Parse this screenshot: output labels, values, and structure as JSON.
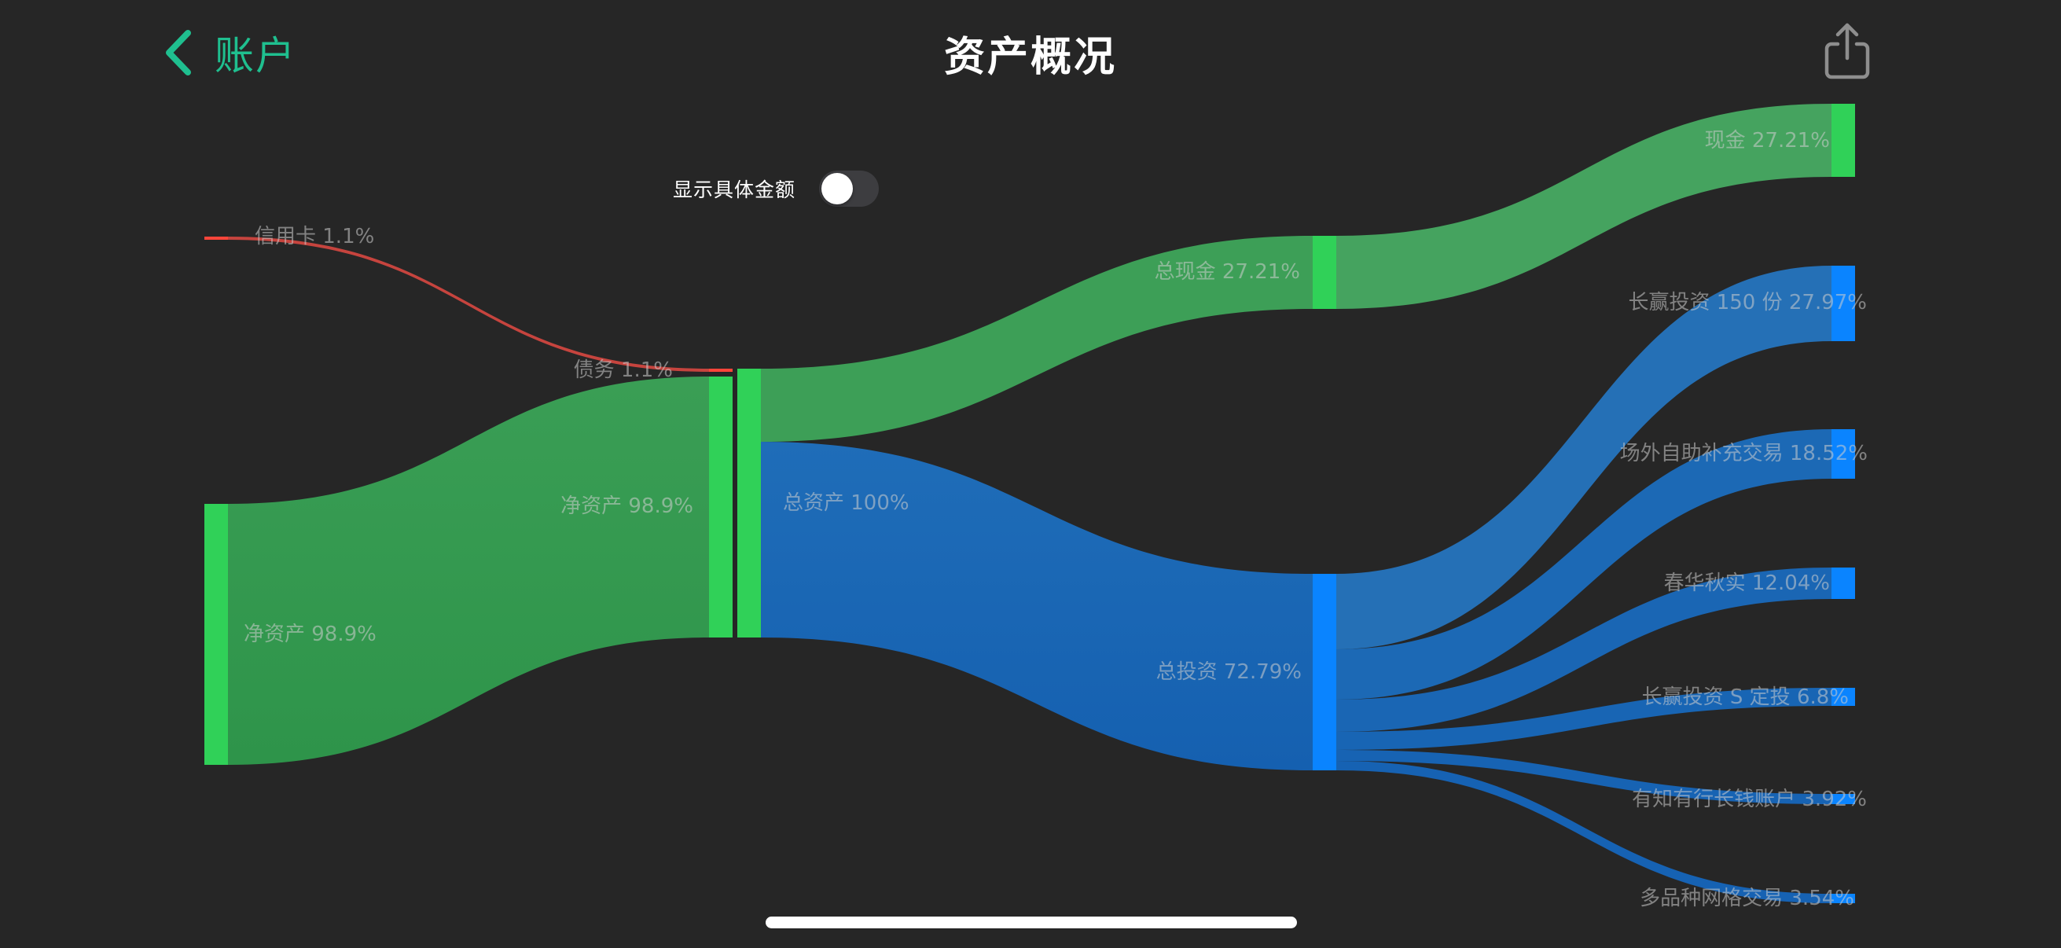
{
  "nav": {
    "back_label": "账户",
    "title": "资产概况",
    "back_icon": "chevron-left-icon",
    "share_icon": "share-icon"
  },
  "controls": {
    "toggle_label": "显示具体金额",
    "toggle_on": false
  },
  "colors": {
    "background": "#262626",
    "accent": "#1fbf8f",
    "node_green": "#30d158",
    "node_blue": "#0a84ff",
    "node_red": "#ff453a",
    "link_green": "#3a9e55",
    "link_blue": "#1b67b5",
    "link_red": "#c6443e"
  },
  "labels": {
    "credit_card": "信用卡 1.1%",
    "net_assets_left": "净资产 98.9%",
    "debt": "债务 1.1%",
    "net_assets_mid": "净资产 98.9%",
    "total_assets": "总资产 100%",
    "total_cash": "总现金 27.21%",
    "total_invest": "总投资 72.79%",
    "cash": "现金 27.21%",
    "changying_150": "长赢投资 150 份 27.97%",
    "otc_self": "场外自助补充交易 18.52%",
    "chunhua": "春华秋实 12.04%",
    "changying_s": "长赢投资 S 定投 6.8%",
    "youzhi": "有知有行长钱账户 3.92%",
    "grid": "多品种网格交易 3.54%"
  },
  "chart_data": {
    "type": "sankey",
    "title": "资产概况",
    "unit": "%",
    "nodes": [
      {
        "id": "信用卡",
        "value": 1.1,
        "color": "#ff453a",
        "column": 0
      },
      {
        "id": "净资产(左)",
        "value": 98.9,
        "color": "#30d158",
        "column": 0
      },
      {
        "id": "债务",
        "value": 1.1,
        "color": "#ff453a",
        "column": 1
      },
      {
        "id": "净资产",
        "value": 98.9,
        "color": "#30d158",
        "column": 1
      },
      {
        "id": "总资产",
        "value": 100,
        "color": "#30d158",
        "column": 2
      },
      {
        "id": "总现金",
        "value": 27.21,
        "color": "#30d158",
        "column": 3
      },
      {
        "id": "总投资",
        "value": 72.79,
        "color": "#0a84ff",
        "column": 3
      },
      {
        "id": "现金",
        "value": 27.21,
        "color": "#30d158",
        "column": 4
      },
      {
        "id": "长赢投资 150 份",
        "value": 27.97,
        "color": "#0a84ff",
        "column": 4
      },
      {
        "id": "场外自助补充交易",
        "value": 18.52,
        "color": "#0a84ff",
        "column": 4
      },
      {
        "id": "春华秋实",
        "value": 12.04,
        "color": "#0a84ff",
        "column": 4
      },
      {
        "id": "长赢投资 S 定投",
        "value": 6.8,
        "color": "#0a84ff",
        "column": 4
      },
      {
        "id": "有知有行长钱账户",
        "value": 3.92,
        "color": "#0a84ff",
        "column": 4
      },
      {
        "id": "多品种网格交易",
        "value": 3.54,
        "color": "#0a84ff",
        "column": 4
      }
    ],
    "links": [
      {
        "source": "信用卡",
        "target": "债务",
        "value": 1.1
      },
      {
        "source": "净资产(左)",
        "target": "净资产",
        "value": 98.9
      },
      {
        "source": "总资产",
        "target": "总现金",
        "value": 27.21
      },
      {
        "source": "总资产",
        "target": "总投资",
        "value": 72.79
      },
      {
        "source": "总现金",
        "target": "现金",
        "value": 27.21
      },
      {
        "source": "总投资",
        "target": "长赢投资 150 份",
        "value": 27.97
      },
      {
        "source": "总投资",
        "target": "场外自助补充交易",
        "value": 18.52
      },
      {
        "source": "总投资",
        "target": "春华秋实",
        "value": 12.04
      },
      {
        "source": "总投资",
        "target": "长赢投资 S 定投",
        "value": 6.8
      },
      {
        "source": "总投资",
        "target": "有知有行长钱账户",
        "value": 3.92
      },
      {
        "source": "总投资",
        "target": "多品种网格交易",
        "value": 3.54
      }
    ],
    "legend": "none",
    "grid": false
  }
}
